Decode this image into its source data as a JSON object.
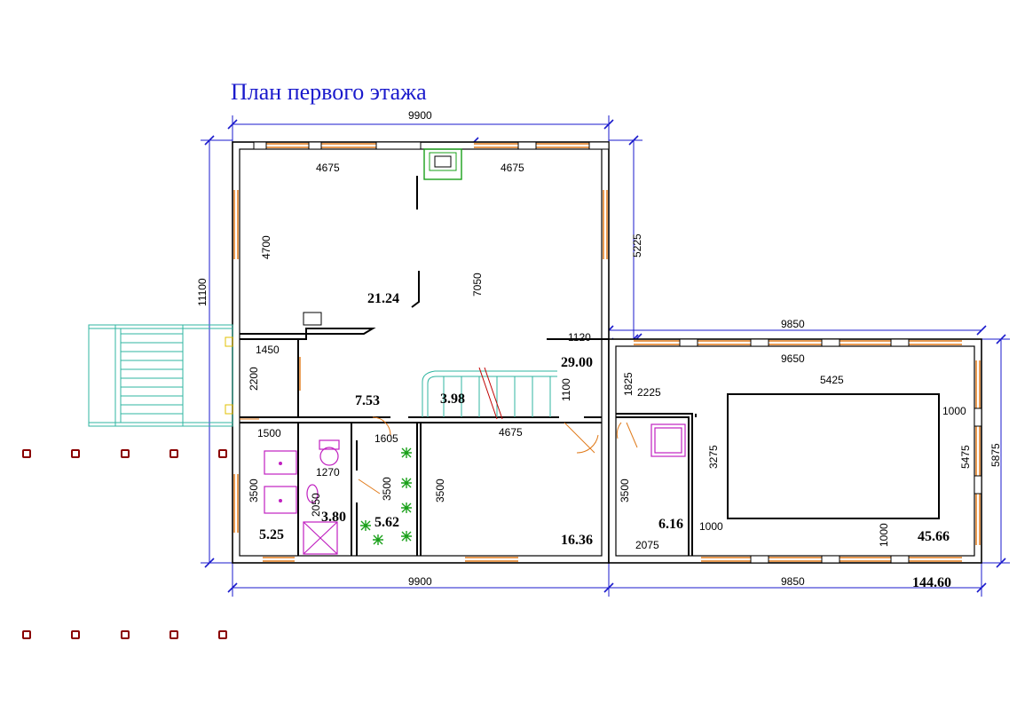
{
  "title": "План первого этажа",
  "dimensions": {
    "top_total": "9900",
    "top_left_half": "4675",
    "top_right_half": "4675",
    "left_total": "11100",
    "left_upper": "4700",
    "mid_vertical": "7050",
    "right_upper": "5225",
    "hall_width": "1450",
    "hall_height": "2200",
    "step_width": "1120",
    "step_height": "1100",
    "wing_outer": "9850",
    "wing_inner": "9650",
    "pool_width": "5425",
    "pool_height": "3275",
    "pool_offset_right": "1000",
    "wing_inner_height": "5475",
    "wing_outer_height": "5875",
    "corridor_width": "1825",
    "changing_width": "2225",
    "bath_width": "1500",
    "wc_width": "1270",
    "wc_height": "2050",
    "storage_width": "1605",
    "storage_height": "3500",
    "bath_height": "3500",
    "room_width": "4675",
    "room_height": "3500",
    "shower_height": "3500",
    "shower_width": "2075",
    "pool_offset_left": "1000",
    "pool_offset_bottom": "1000",
    "bottom_left_total": "9900",
    "bottom_right_total": "9850"
  },
  "areas": {
    "living": "21.24",
    "hall": "7.53",
    "stair": "3.98",
    "corridor": "29.00",
    "bath": "5.25",
    "wc": "3.80",
    "storage": "5.62",
    "room": "16.36",
    "shower": "6.16",
    "pool": "45.66",
    "total": "144.60"
  },
  "colors": {
    "dimension": "#1a1acc",
    "window": "#e07a1a",
    "stair": "#2fb5a0",
    "plant": "#1aa01a",
    "fixture": "#c020c0",
    "marker": "#8a0000"
  }
}
